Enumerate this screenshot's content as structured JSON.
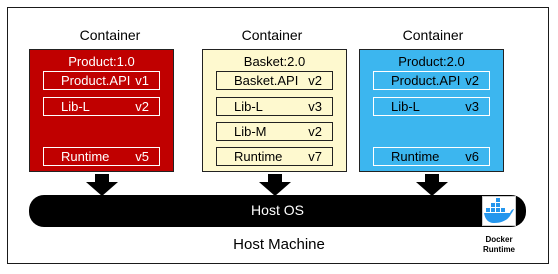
{
  "colors": {
    "red_panel": "#c00000",
    "yellow_panel": "#fef9cf",
    "blue_panel": "#3cb6ef",
    "host_bar": "#000000",
    "docker_blue": "#2496ed"
  },
  "containers": [
    {
      "title": "Container",
      "name": "Product:1.0",
      "rows": [
        {
          "label": "Product.API",
          "version": "v1"
        },
        {
          "label": "Lib-L",
          "version": "v2"
        },
        {
          "label": "Runtime",
          "version": "v5"
        }
      ]
    },
    {
      "title": "Container",
      "name": "Basket:2.0",
      "rows": [
        {
          "label": "Basket.API",
          "version": "v2"
        },
        {
          "label": "Lib-L",
          "version": "v3"
        },
        {
          "label": "Lib-M",
          "version": "v2"
        },
        {
          "label": "Runtime",
          "version": "v7"
        }
      ]
    },
    {
      "title": "Container",
      "name": "Product:2.0",
      "rows": [
        {
          "label": "Product.API",
          "version": "v2"
        },
        {
          "label": "Lib-L",
          "version": "v3"
        },
        {
          "label": "Runtime",
          "version": "v6"
        }
      ]
    }
  ],
  "host": {
    "os_label": "Host OS",
    "machine_label": "Host Machine"
  },
  "docker": {
    "line1": "Docker",
    "line2": "Runtime",
    "icon": "docker-whale-icon"
  }
}
